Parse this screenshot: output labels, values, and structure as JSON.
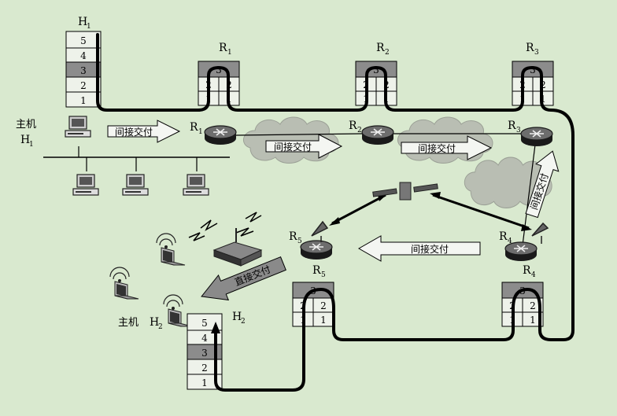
{
  "labels": {
    "h1_top": "H",
    "h1_top_sub": "1",
    "h2_top": "H",
    "h2_top_sub": "2",
    "host1_word": "主机",
    "host1_name": "H",
    "host1_sub": "1",
    "host2_word": "主机",
    "host2_name": "H",
    "host2_sub": "2",
    "r1": "R",
    "r1_sub": "1",
    "r2": "R",
    "r2_sub": "2",
    "r3": "R",
    "r3_sub": "3",
    "r4": "R",
    "r4_sub": "4",
    "r5": "R",
    "r5_sub": "5"
  },
  "stacks": {
    "h1": [
      "5",
      "4",
      "3",
      "2",
      "1"
    ],
    "h2": [
      "5",
      "4",
      "3",
      "2",
      "1"
    ],
    "router_top": "3",
    "router_mid": [
      "2",
      "2"
    ],
    "router_bot": [
      "1",
      "1"
    ]
  },
  "arrows": {
    "indirect": "间接交付",
    "direct": "直接交付"
  },
  "colors": {
    "background": "#d9e9cf",
    "stack_cell": "#eef2ea",
    "stack_highlight": "#8c8c8c",
    "path_line": "#000000"
  }
}
